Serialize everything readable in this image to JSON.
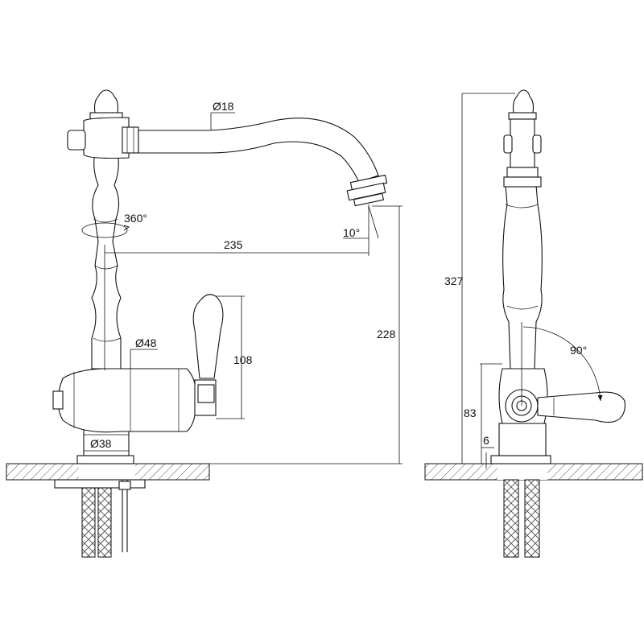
{
  "dimensions": {
    "spout_diameter": "Ø18",
    "rotation": "360°",
    "spout_angle": "10°",
    "reach": "235",
    "body_diameter": "Ø48",
    "handle_height": "108",
    "spout_height": "228",
    "base_diameter": "Ø38",
    "total_height": "327",
    "lever_angle": "90°",
    "lever_height": "83",
    "mount_thickness": "6"
  }
}
